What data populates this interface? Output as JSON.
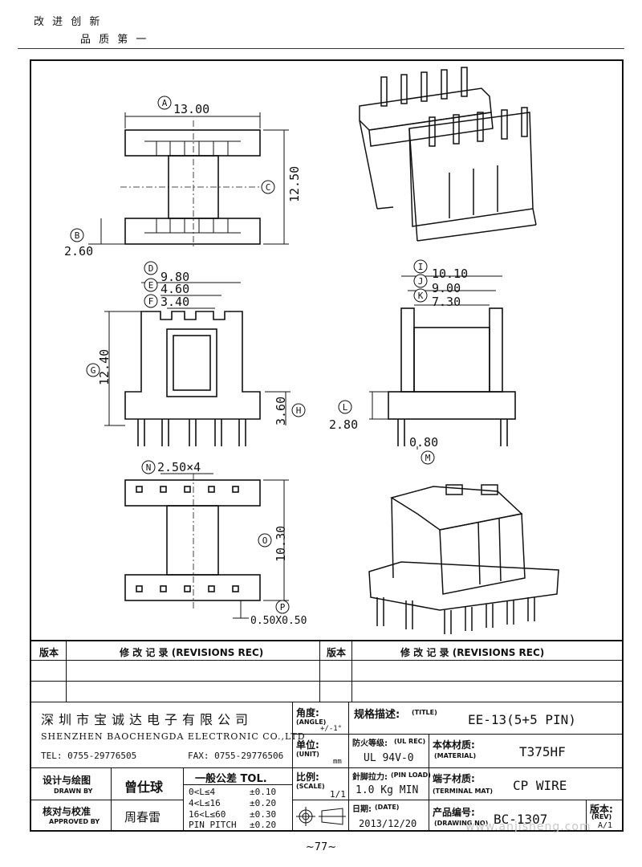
{
  "slogan": {
    "line1": "改 进 创 新",
    "line2": "品 质 第 一"
  },
  "drawing": {
    "top_view": {
      "A": "13.00",
      "B": "2.60",
      "C": "12.50"
    },
    "front_view": {
      "D": "9.80",
      "E": "4.60",
      "F": "3.40",
      "G": "12.40",
      "H": "3.60"
    },
    "side_view": {
      "I": "10.10",
      "J": "9.00",
      "K": "7.30",
      "L": "2.80",
      "M": "0.80"
    },
    "bottom_view": {
      "N": "2.50×4",
      "O": "10.30",
      "P": "0.50X0.50"
    },
    "markers": [
      "A",
      "B",
      "C",
      "D",
      "E",
      "F",
      "G",
      "H",
      "I",
      "J",
      "K",
      "L",
      "M",
      "N",
      "O",
      "P"
    ]
  },
  "revisions": {
    "header_left": "版本",
    "header_mid": "修 改 记 录 (REVISIONS REC)",
    "header_right": "版本",
    "header_mid2": "修 改 记 录 (REVISIONS REC)"
  },
  "company": {
    "name_cn": "深圳市宝诚达电子有限公司",
    "name_en": "SHENZHEN BAOCHENGDA ELECTRONIC CO.,LTD",
    "tel": "TEL: 0755-29776505",
    "fax": "FAX: 0755-29776506"
  },
  "angle": {
    "label": "角度:",
    "sub": "(ANGLE)",
    "value": "+/-1°"
  },
  "unit": {
    "label": "单位:",
    "sub": "(UNIT)",
    "value": "mm"
  },
  "scale": {
    "label": "比例:",
    "sub": "(SCALE)",
    "value": "1/1"
  },
  "title": {
    "label": "规格描述:",
    "sub": "(TITLE)",
    "value": "EE-13(5+5 PIN)"
  },
  "ul": {
    "label": "防火等级:",
    "sub": "(UL REC)",
    "value": "UL 94V-0"
  },
  "material": {
    "label": "本体材质:",
    "sub": "(MATERIAL)",
    "value": "T375HF"
  },
  "pin_load": {
    "label": "針脚拉力:",
    "sub": "(PIN LOAD)",
    "value": "1.0 Kg MIN"
  },
  "terminal": {
    "label": "端子材质:",
    "sub": "(TERMINAL MAT)",
    "value": "CP WIRE"
  },
  "date": {
    "label": "日期:",
    "sub": "(DATE)",
    "value": "2013/12/20"
  },
  "drawing_no": {
    "label": "产品编号:",
    "sub": "(DRAWING NO)",
    "value": "BC-1307"
  },
  "rev": {
    "label": "版本:",
    "sub": "(REV)",
    "value": "A/1"
  },
  "drawn": {
    "label": "设计与绘图",
    "sub": "DRAWN BY",
    "name": "曾仕球"
  },
  "approved": {
    "label": "核对与校准",
    "sub": "APPROVED BY",
    "name": "周春雷"
  },
  "tolerance": {
    "title": "一般公差 TOL.",
    "rows": [
      {
        "range": "0<L≤4",
        "tol": "±0.10"
      },
      {
        "range": "4<L≤16",
        "tol": "±0.20"
      },
      {
        "range": "16<L≤60",
        "tol": "±0.30"
      },
      {
        "range": "PIN PITCH",
        "tol": "±0.20"
      }
    ]
  },
  "page_number": "~77~",
  "watermark": "www.anjisheng.com"
}
